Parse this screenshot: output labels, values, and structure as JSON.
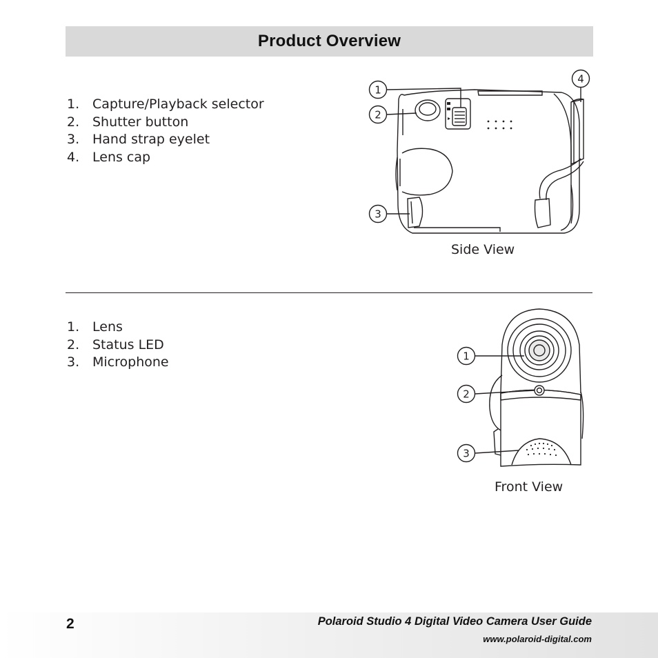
{
  "header": {
    "title": "Product Overview"
  },
  "side_section": {
    "items": [
      {
        "num": "1.",
        "label": "Capture/Playback selector"
      },
      {
        "num": "2.",
        "label": "Shutter button"
      },
      {
        "num": "3.",
        "label": "Hand strap eyelet"
      },
      {
        "num": "4.",
        "label": "Lens cap"
      }
    ],
    "callouts": [
      "1",
      "2",
      "3",
      "4"
    ],
    "caption": "Side View"
  },
  "front_section": {
    "items": [
      {
        "num": "1.",
        "label": "Lens"
      },
      {
        "num": "2.",
        "label": "Status LED"
      },
      {
        "num": "3.",
        "label": "Microphone"
      }
    ],
    "callouts": [
      "1",
      "2",
      "3"
    ],
    "caption": "Front View"
  },
  "footer": {
    "page_number": "2",
    "guide_title": "Polaroid Studio 4 Digital Video Camera User Guide",
    "url": "www.polaroid-digital.com"
  }
}
